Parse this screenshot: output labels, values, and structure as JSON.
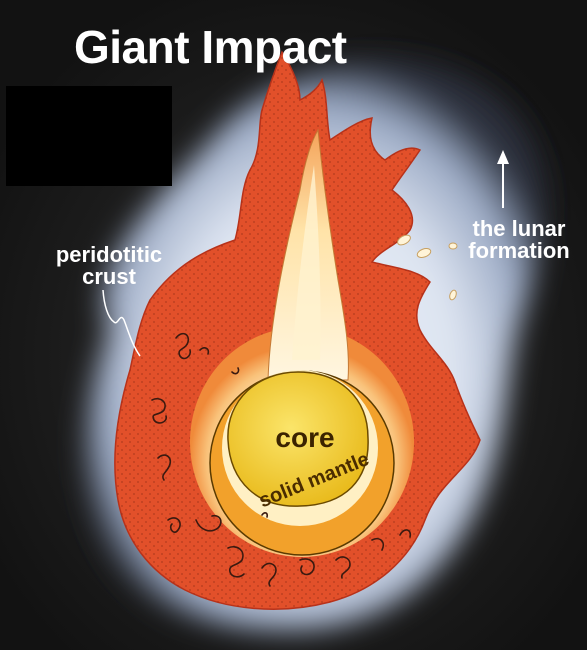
{
  "title": "Giant Impact",
  "labels": {
    "crust": [
      "peridotitic",
      "crust"
    ],
    "lunar": [
      "the lunar",
      "formation"
    ],
    "core": "core",
    "mantle": "solid mantle"
  },
  "colors": {
    "background": "#1b1b1b",
    "glow": "#b9c6dd",
    "outer_layer": "#e2502a",
    "inner_glow": "#fff6df",
    "core": "#f0cf28",
    "mantle_ring": "#f2a12b"
  }
}
